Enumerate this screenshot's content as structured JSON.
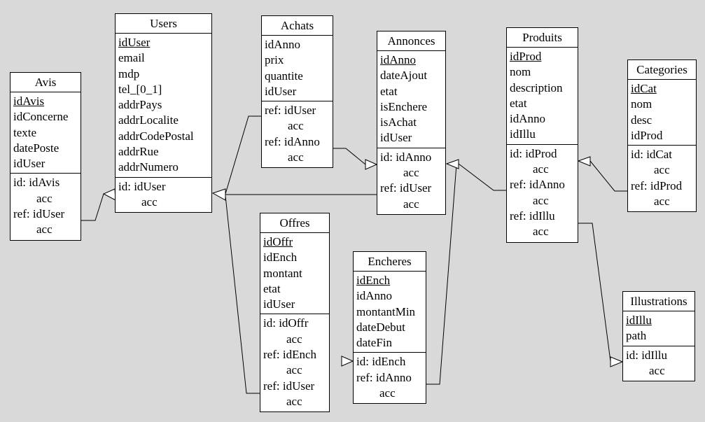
{
  "background": "#d9d9d9",
  "entities": {
    "avis": {
      "title": "Avis",
      "attributes": [
        "idAvis",
        "idConcerne",
        "texte",
        "datePoste",
        "idUser"
      ],
      "primary_key": "idAvis",
      "keys": [
        {
          "label": "id: idAvis",
          "note": "acc"
        },
        {
          "label": "ref: idUser",
          "note": "acc"
        }
      ]
    },
    "users": {
      "title": "Users",
      "attributes": [
        "idUser",
        "email",
        "mdp",
        "tel_[0_1]",
        "addrPays",
        "addrLocalite",
        "addrCodePostal",
        "addrRue",
        "addrNumero"
      ],
      "primary_key": "idUser",
      "keys": [
        {
          "label": "id: idUser",
          "note": "acc"
        }
      ]
    },
    "achats": {
      "title": "Achats",
      "attributes": [
        "idAnno",
        "prix",
        "quantite",
        "idUser"
      ],
      "primary_key": "",
      "keys": [
        {
          "label": "ref: idUser",
          "note": "acc"
        },
        {
          "label": "ref: idAnno",
          "note": "acc"
        }
      ]
    },
    "annonces": {
      "title": "Annonces",
      "attributes": [
        "idAnno",
        "dateAjout",
        "etat",
        "isEnchere",
        "isAchat",
        "idUser"
      ],
      "primary_key": "idAnno",
      "keys": [
        {
          "label": "id: idAnno",
          "note": "acc"
        },
        {
          "label": "ref: idUser",
          "note": "acc"
        }
      ]
    },
    "produits": {
      "title": "Produits",
      "attributes": [
        "idProd",
        "nom",
        "description",
        "etat",
        "idAnno",
        "idIllu"
      ],
      "primary_key": "idProd",
      "keys": [
        {
          "label": "id: idProd",
          "note": "acc"
        },
        {
          "label": "ref: idAnno",
          "note": "acc"
        },
        {
          "label": "ref: idIllu",
          "note": "acc"
        }
      ]
    },
    "categories": {
      "title": "Categories",
      "attributes": [
        "idCat",
        "nom",
        "desc",
        "idProd"
      ],
      "primary_key": "idCat",
      "keys": [
        {
          "label": "id: idCat",
          "note": "acc"
        },
        {
          "label": "ref: idProd",
          "note": "acc"
        }
      ]
    },
    "offres": {
      "title": "Offres",
      "attributes": [
        "idOffr",
        "idEnch",
        "montant",
        "etat",
        "idUser"
      ],
      "primary_key": "idOffr",
      "keys": [
        {
          "label": "id: idOffr",
          "note": "acc"
        },
        {
          "label": "ref: idEnch",
          "note": "acc"
        },
        {
          "label": "ref: idUser",
          "note": "acc"
        }
      ]
    },
    "encheres": {
      "title": "Encheres",
      "attributes": [
        "idEnch",
        "idAnno",
        "montantMin",
        "dateDebut",
        "dateFin"
      ],
      "primary_key": "idEnch",
      "keys": [
        {
          "label": "id: idEnch",
          "note": ""
        },
        {
          "label": "ref: idAnno",
          "note": "acc"
        }
      ]
    },
    "illustrations": {
      "title": "Illustrations",
      "attributes": [
        "idIllu",
        "path"
      ],
      "primary_key": "idIllu",
      "keys": [
        {
          "label": "id: idIllu",
          "note": "acc"
        }
      ]
    }
  },
  "references": [
    {
      "from": "avis.idUser",
      "to": "users.idUser"
    },
    {
      "from": "achats.idUser",
      "to": "users.idUser"
    },
    {
      "from": "annonces.idUser",
      "to": "users.idUser"
    },
    {
      "from": "offres.idUser",
      "to": "users.idUser"
    },
    {
      "from": "achats.idAnno",
      "to": "annonces.idAnno"
    },
    {
      "from": "encheres.idAnno",
      "to": "annonces.idAnno"
    },
    {
      "from": "produits.idAnno",
      "to": "annonces.idAnno"
    },
    {
      "from": "offres.idEnch",
      "to": "encheres.idEnch"
    },
    {
      "from": "categories.idProd",
      "to": "produits.idProd"
    },
    {
      "from": "produits.idIllu",
      "to": "illustrations.idIllu"
    }
  ]
}
